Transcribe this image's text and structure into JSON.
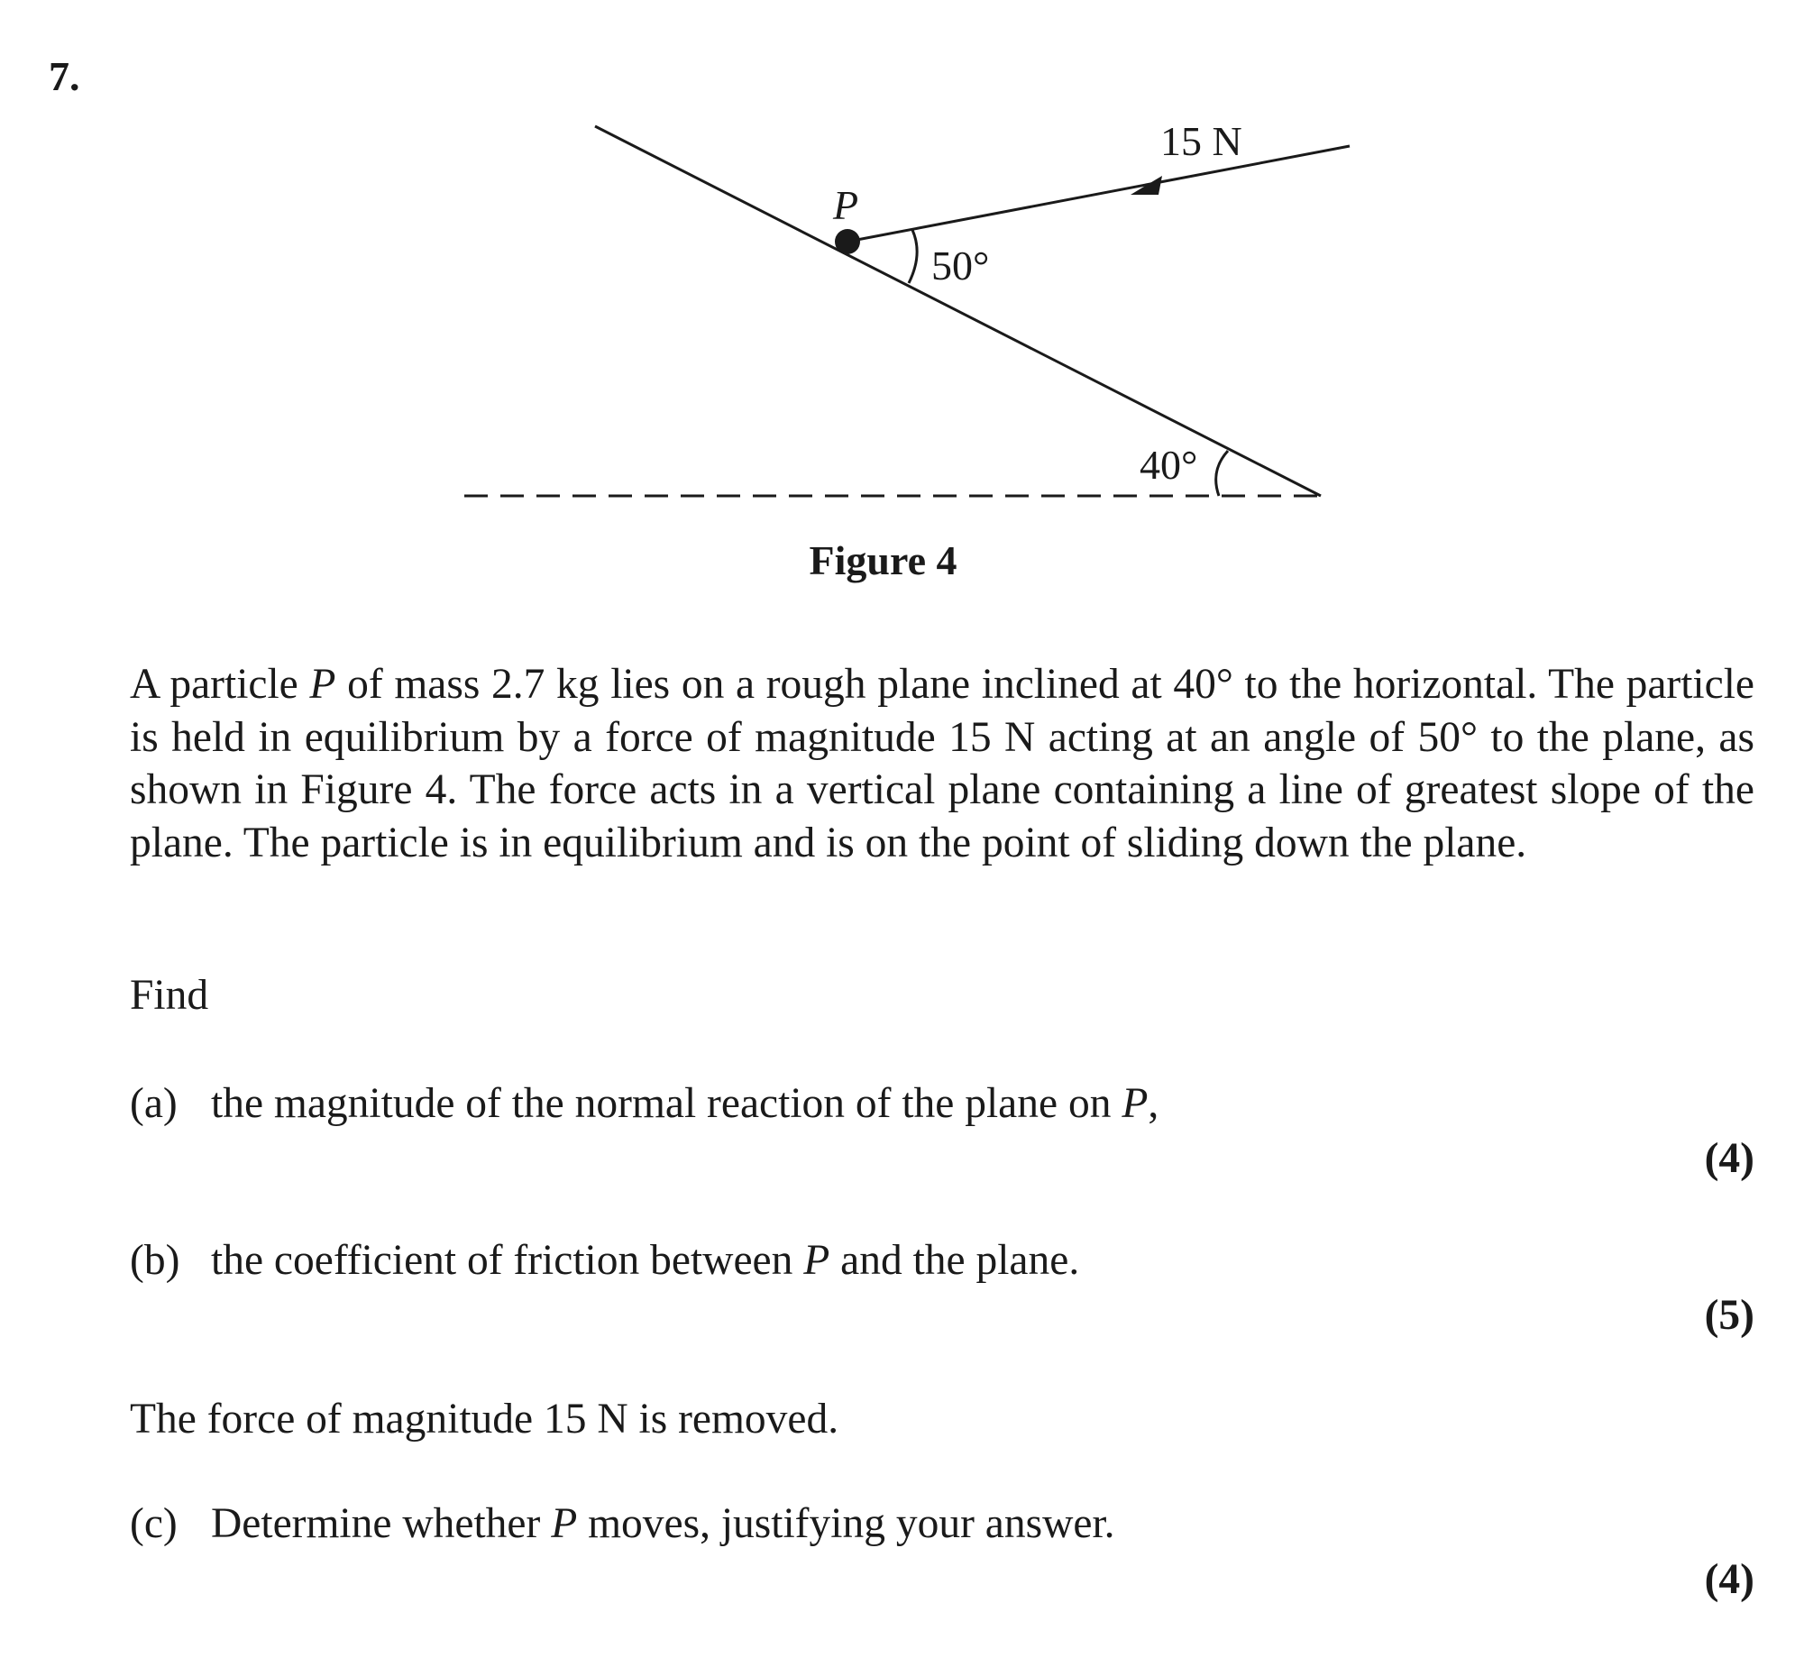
{
  "question": {
    "number": "7.",
    "figure": {
      "force_label": "15 N",
      "particle_label": "P",
      "angle_force_plane": "50°",
      "angle_incline": "40°",
      "caption": "Figure 4"
    },
    "paragraph": {
      "s1": "A particle ",
      "s2": "P",
      "s3": " of mass 2.7 kg lies on a rough plane inclined at 40° to the horizontal.  The particle is held in equilibrium by a force of magnitude 15 N acting at an angle of 50° to the plane, as shown in Figure 4.  The force acts in a vertical plane containing a line of greatest slope of the plane.  The particle is in equilibrium and is on the point of sliding down the plane."
    },
    "find": "Find",
    "part_a": {
      "label": "(a)",
      "t1": "the magnitude of the normal reaction of the plane on ",
      "var": "P",
      "t2": ",",
      "marks": "(4)"
    },
    "part_b": {
      "label": "(b)",
      "t1": "the coefficient of friction between ",
      "var": "P",
      "t2": " and the plane.",
      "marks": "(5)"
    },
    "statement": "The force of magnitude 15 N is removed.",
    "part_c": {
      "label": "(c)",
      "t1": "Determine whether ",
      "var": "P",
      "t2": " moves, justifying your answer.",
      "marks": "(4)"
    }
  }
}
